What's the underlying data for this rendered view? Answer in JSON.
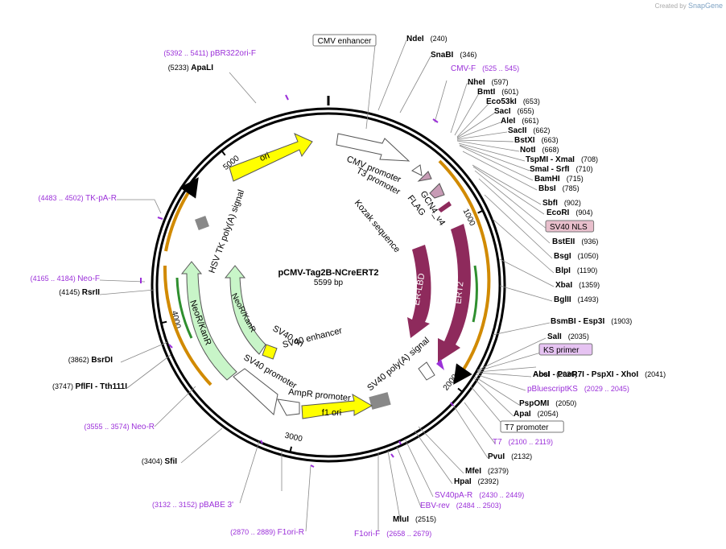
{
  "credit": {
    "prefix": "Created by",
    "brand": "SnapGene"
  },
  "plasmid": {
    "name": "pCMV-Tag2B-NCreERT2",
    "size": "5599 bp"
  },
  "ticks": [
    {
      "pos": 1000,
      "label": "1000"
    },
    {
      "pos": 2000,
      "label": "2000"
    },
    {
      "pos": 3000,
      "label": "3000"
    },
    {
      "pos": 4000,
      "label": "4000"
    },
    {
      "pos": 5000,
      "label": "5000"
    }
  ],
  "features": [
    {
      "label": "CMV enhancer",
      "kind": "enhancer"
    },
    {
      "label": "CMV promoter",
      "kind": "promoter"
    },
    {
      "label": "T3 promoter",
      "kind": "promoter"
    },
    {
      "label": "FLAG",
      "kind": "tag"
    },
    {
      "label": "GCN4_v4",
      "kind": "tag"
    },
    {
      "label": "Kozak sequence",
      "kind": "misc"
    },
    {
      "label": "ER-LBD",
      "kind": "cds"
    },
    {
      "label": "ERT2",
      "kind": "cds"
    },
    {
      "label": "SV40 poly(A) signal",
      "kind": "polyA"
    },
    {
      "label": "f1 ori",
      "kind": "ori"
    },
    {
      "label": "AmpR promoter",
      "kind": "promoter"
    },
    {
      "label": "SV40 promoter",
      "kind": "promoter"
    },
    {
      "label": "SV40 enhancer",
      "kind": "enhancer"
    },
    {
      "label": "SV40 ori",
      "kind": "ori"
    },
    {
      "label": "NeoR/KanR",
      "kind": "cds"
    },
    {
      "label": "NeoR/KanR",
      "kind": "orf"
    },
    {
      "label": "HSV TK poly(A) signal",
      "kind": "polyA"
    },
    {
      "label": "ori",
      "kind": "ori"
    }
  ],
  "right_labels": [
    {
      "name": "NdeI",
      "pos": "(240)"
    },
    {
      "name": "SnaBI",
      "pos": "(346)"
    },
    {
      "name": "CMV-F",
      "pos": "(525 .. 545)",
      "primer": true
    },
    {
      "name": "NheI",
      "pos": "(597)"
    },
    {
      "name": "BmtI",
      "pos": "(601)"
    },
    {
      "name": "Eco53kI",
      "pos": "(653)"
    },
    {
      "name": "SacI",
      "pos": "(655)"
    },
    {
      "name": "AleI",
      "pos": "(661)"
    },
    {
      "name": "SacII",
      "pos": "(662)"
    },
    {
      "name": "BstXI",
      "pos": "(663)"
    },
    {
      "name": "NotI",
      "pos": "(668)"
    },
    {
      "name": "TspMI - XmaI",
      "pos": "(708)"
    },
    {
      "name": "SmaI - SrfI",
      "pos": "(710)"
    },
    {
      "name": "BamHI",
      "pos": "(715)"
    },
    {
      "name": "BbsI",
      "pos": "(785)"
    },
    {
      "name": "SbfI",
      "pos": "(902)"
    },
    {
      "name": "EcoRI",
      "pos": "(904)"
    },
    {
      "name": "SV40 NLS",
      "pos": "",
      "boxed": true
    },
    {
      "name": "BstEII",
      "pos": "(936)"
    },
    {
      "name": "BsgI",
      "pos": "(1050)"
    },
    {
      "name": "BlpI",
      "pos": "(1190)"
    },
    {
      "name": "XbaI",
      "pos": "(1359)"
    },
    {
      "name": "BglII",
      "pos": "(1493)"
    },
    {
      "name": "BsmBI - Esp3I",
      "pos": "(1903)"
    },
    {
      "name": "SalI",
      "pos": "(2035)"
    },
    {
      "name": "KS primer",
      "pos": "",
      "boxed": true
    },
    {
      "name": "AccI",
      "pos": "(2036)"
    },
    {
      "name": "AbsI - PaeR7I - PspXI - XhoI",
      "pos": "(2041)"
    },
    {
      "name": "pBluescriptKS",
      "pos": "(2029 .. 2045)",
      "primer": true
    },
    {
      "name": "PspOMI",
      "pos": "(2050)"
    },
    {
      "name": "ApaI",
      "pos": "(2054)"
    },
    {
      "name": "T7 promoter",
      "pos": "",
      "boxed": true
    },
    {
      "name": "T7",
      "pos": "(2100 .. 2119)",
      "primer": true
    },
    {
      "name": "PvuI",
      "pos": "(2132)"
    },
    {
      "name": "MfeI",
      "pos": "(2379)"
    },
    {
      "name": "HpaI",
      "pos": "(2392)"
    },
    {
      "name": "SV40pA-R",
      "pos": "(2430 .. 2449)",
      "primer": true
    },
    {
      "name": "EBV-rev",
      "pos": "(2484 .. 2503)",
      "primer": true
    },
    {
      "name": "MluI",
      "pos": "(2515)"
    },
    {
      "name": "F1ori-F",
      "pos": "(2658 .. 2679)",
      "primer": true
    }
  ],
  "left_labels": [
    {
      "name": "pBR322ori-F",
      "pos": "(5392 .. 5411)",
      "primer": true
    },
    {
      "name": "ApaLI",
      "pos": "(5233)"
    },
    {
      "name": "TK-pA-R",
      "pos": "(4483 .. 4502)",
      "primer": true
    },
    {
      "name": "Neo-F",
      "pos": "(4165 .. 4184)",
      "primer": true
    },
    {
      "name": "RsrII",
      "pos": "(4145)"
    },
    {
      "name": "BsrDI",
      "pos": "(3862)"
    },
    {
      "name": "PflFI - Tth111I",
      "pos": "(3747)"
    },
    {
      "name": "Neo-R",
      "pos": "(3555 .. 3574)",
      "primer": true
    },
    {
      "name": "SfiI",
      "pos": "(3404)"
    },
    {
      "name": "pBABE 3'",
      "pos": "(3132 .. 3152)",
      "primer": true
    },
    {
      "name": "F1ori-R",
      "pos": "(2870 .. 2889)",
      "primer": true
    }
  ],
  "colors": {
    "primer": "#9b30d9",
    "cds": "#8e2a5c",
    "ori": "#ffff00",
    "resistance": "#c8f5c8",
    "backbone": "#000000"
  }
}
